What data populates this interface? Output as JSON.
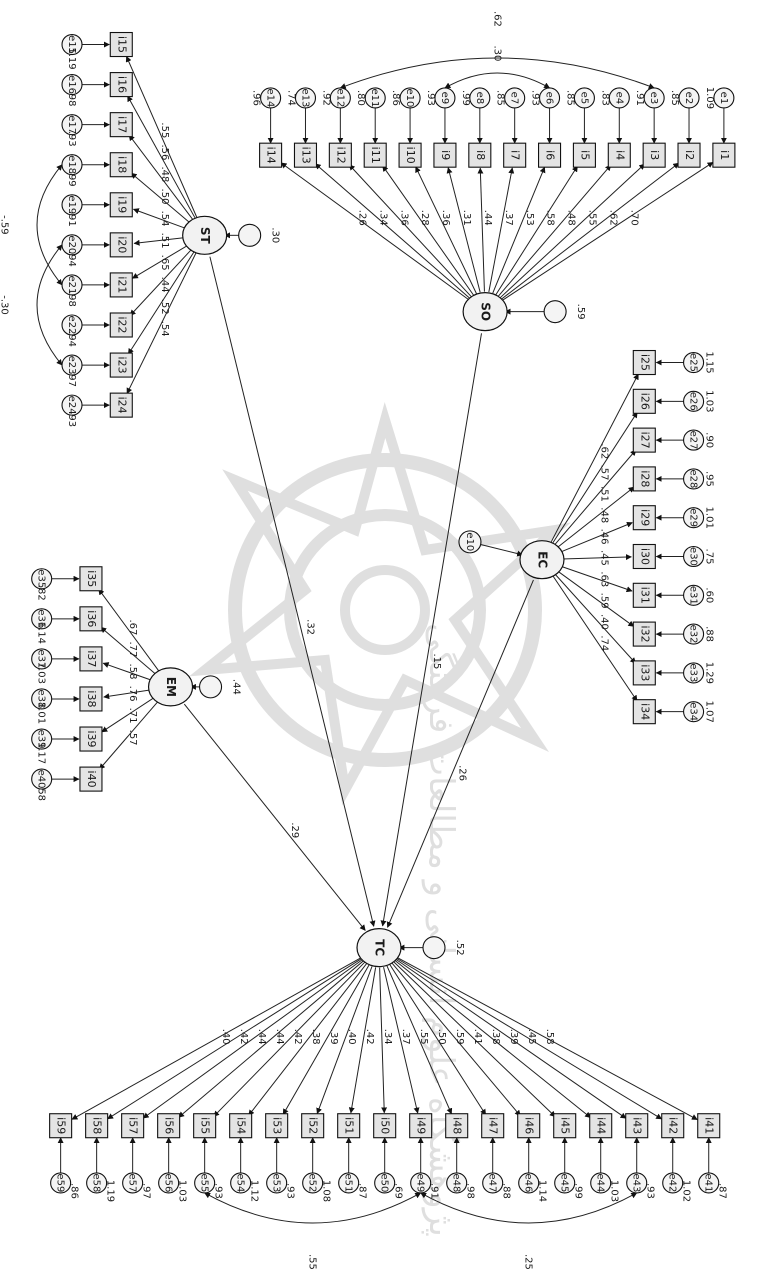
{
  "watermark": {
    "line1": "پژوهشگاه علوم انسانی و مطالعات فرهنگی"
  },
  "latents": {
    "st": {
      "label": "ST",
      "r2": ".30"
    },
    "so": {
      "label": "SO",
      "r2": ".59"
    },
    "ec": {
      "label": "EC",
      "r2": "e10"
    },
    "em": {
      "label": "EM",
      "r2": ".44"
    },
    "tc": {
      "label": "TC",
      "r2": ".52"
    }
  },
  "structural": {
    "st_tc": ".32",
    "so_tc": ".15",
    "em_tc": ".29",
    "ec_tc": ".26"
  },
  "so_indicators": {
    "labels": [
      "i1",
      "i2",
      "i3",
      "i4",
      "i5",
      "i6",
      "i7",
      "i8",
      "i9",
      "i10",
      "i11",
      "i12",
      "i13",
      "i14"
    ],
    "errors": [
      "e1",
      "e2",
      "e3",
      "e4",
      "e5",
      "e6",
      "e7",
      "e8",
      "e9",
      "e10",
      "e11",
      "e12",
      "e13",
      "e14"
    ],
    "variances": [
      "1.09",
      ".85",
      ".91",
      ".83",
      ".85",
      ".93",
      ".85",
      ".99",
      ".93",
      ".86",
      ".80",
      ".92",
      ".74",
      ".96"
    ],
    "loadings": [
      ".70",
      ".62",
      ".55",
      ".48",
      ".58",
      ".53",
      ".37",
      ".44",
      ".31",
      ".36",
      ".28",
      ".36",
      ".34",
      ".26"
    ],
    "cov_a": ".62",
    "cov_b": ".30"
  },
  "st_indicators": {
    "labels": [
      "i15",
      "i16",
      "i17",
      "i18",
      "i19",
      "i20",
      "i21",
      "i22",
      "i23",
      "i24"
    ],
    "errors": [
      "e15",
      "e16",
      "e17",
      "e18",
      "e19",
      "e20",
      "e21",
      "e22",
      "e23",
      "e24"
    ],
    "variances": [
      "1.19",
      ".98",
      ".93",
      ".99",
      ".91",
      ".94",
      ".98",
      ".94",
      ".97",
      ".93"
    ],
    "loadings": [
      ".55",
      ".56",
      ".48",
      ".50",
      ".54",
      ".51",
      ".65",
      ".44",
      ".52",
      ".54"
    ],
    "cov_a": "-.59",
    "cov_b": "-.30"
  },
  "ec_indicators": {
    "labels": [
      "i25",
      "i26",
      "i27",
      "i28",
      "i29",
      "i30",
      "i31",
      "i32",
      "i33",
      "i34"
    ],
    "errors": [
      "e25",
      "e26",
      "e27",
      "e28",
      "e29",
      "e30",
      "e31",
      "e32",
      "e33",
      "e34"
    ],
    "variances": [
      "1.15",
      "1.03",
      ".90",
      ".95",
      "1.01",
      ".75",
      ".60",
      ".88",
      "1.29",
      "1.07"
    ],
    "loadings": [
      ".62",
      ".57",
      ".51",
      ".48",
      ".46",
      ".45",
      ".63",
      ".59",
      ".40",
      ".74"
    ]
  },
  "em_indicators": {
    "labels": [
      "i35",
      "i36",
      "i37",
      "i38",
      "i39",
      "i40"
    ],
    "errors": [
      "e35",
      "e36",
      "e37",
      "e38",
      "e39",
      "e40"
    ],
    "variances": [
      ".82",
      "1.14",
      "1.03",
      "1.01",
      "1.17",
      ".58"
    ],
    "loadings": [
      ".67",
      ".77",
      ".58",
      ".76",
      ".71",
      ".57"
    ]
  },
  "tc_indicators": {
    "labels": [
      "i41",
      "i42",
      "i43",
      "i44",
      "i45",
      "i46",
      "i47",
      "i48",
      "i49",
      "i50",
      "i51",
      "i52",
      "i53",
      "i54",
      "i55",
      "i56",
      "i57",
      "i58",
      "i59"
    ],
    "errors": [
      "e41",
      "e42",
      "e43",
      "e44",
      "e45",
      "e46",
      "e47",
      "e48",
      "e49",
      "e50",
      "e51",
      "e52",
      "e53",
      "e54",
      "e55",
      "e56",
      "e57",
      "e58",
      "e59"
    ],
    "variances": [
      ".87",
      "1.02",
      ".93",
      "1.03",
      ".99",
      "1.14",
      ".88",
      ".98",
      ".91",
      ".69",
      ".87",
      "1.08",
      ".93",
      "1.12",
      ".93",
      "1.03",
      ".97",
      "1.19",
      ".86"
    ],
    "loadings": [
      ".58",
      ".45",
      ".39",
      ".38",
      ".41",
      ".59",
      ".50",
      ".55",
      ".37",
      ".34",
      ".42",
      ".40",
      ".39",
      ".38",
      ".42",
      ".44",
      ".44",
      ".42",
      ".40"
    ],
    "cov_a": ".55",
    "cov_b": ".25"
  }
}
